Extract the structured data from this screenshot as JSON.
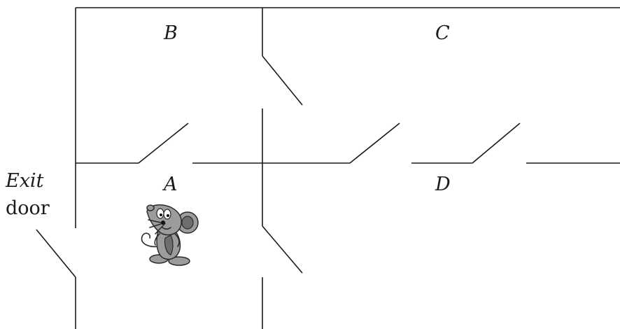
{
  "rooms": {
    "a": "A",
    "b": "B",
    "c": "C",
    "d": "D"
  },
  "exit": {
    "line1": "Exit",
    "line2": "door"
  },
  "colors": {
    "walls": "#1a1a1a",
    "mouse_body": "#9c9c9c",
    "mouse_shade": "#6e6e6e"
  },
  "icons": {
    "mouse": "cartoon-mouse"
  }
}
